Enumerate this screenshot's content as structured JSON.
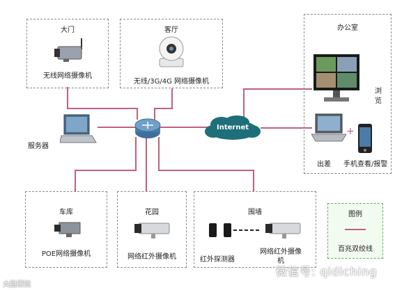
{
  "nodes": {
    "gate": {
      "title": "大门",
      "device": "无线网络摄像机"
    },
    "living_room": {
      "title": "客厅",
      "device": "无线/3G/4G 网络摄像机"
    },
    "office": {
      "title": "办公室",
      "side_label": "浏览",
      "laptop": "出差",
      "phone": "手机查看/报警"
    },
    "server": {
      "label": "服务器"
    },
    "internet": {
      "label": "Internet"
    },
    "garage": {
      "title": "车库",
      "device": "POE网络摄像机"
    },
    "garden": {
      "title": "花园",
      "device": "网络红外摄像机"
    },
    "wall": {
      "title": "围墙",
      "detector": "红外探测器",
      "device": "网络红外摄像机"
    }
  },
  "legend": {
    "title": "图例",
    "item": "百兆双绞线"
  },
  "watermark": {
    "text": "微信号: qidiching",
    "corner": "大胆漂流"
  },
  "colors": {
    "cable": "#c0607a",
    "legend_border": "#59b35c",
    "cloud": "#1e6f7a",
    "router": "#4a7ea8"
  }
}
